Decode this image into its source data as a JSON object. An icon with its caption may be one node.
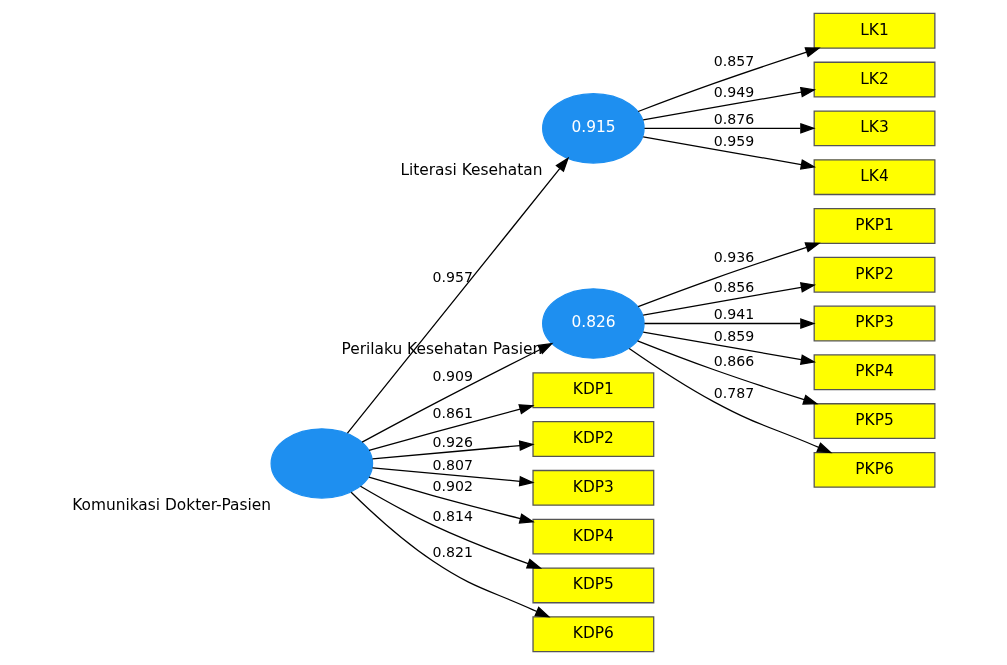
{
  "diagram": {
    "nodes": [
      {
        "text": [],
        "shape": "circle",
        "beside": [
          "Komunikasi Dokter-Pasien"
        ]
      },
      {
        "text": [
          "0.915"
        ],
        "beside": [
          "Literasi Kesehatan"
        ]
      },
      {
        "text": [
          "0.826"
        ],
        "beside": [
          "Perilaku Kesehatan Pasien"
        ]
      },
      {
        "text": [
          "KDP1"
        ]
      },
      {
        "text": [
          "KDP2"
        ]
      },
      {
        "text": [
          "KDP3"
        ]
      },
      {
        "text": [
          "KDP4"
        ]
      },
      {
        "text": [
          "KDP5"
        ]
      },
      {
        "text": [
          "KDP6"
        ]
      },
      {
        "text": [
          "LK1"
        ]
      },
      {
        "text": [
          "LK2"
        ]
      },
      {
        "text": [
          "LK3"
        ]
      },
      {
        "text": [
          "LK4"
        ]
      },
      {
        "text": [
          "PKP1"
        ]
      },
      {
        "text": [
          "PKP2"
        ]
      },
      {
        "text": [
          "PKP3"
        ]
      },
      {
        "text": [
          "PKP4"
        ]
      },
      {
        "text": [
          "PKP5"
        ]
      },
      {
        "text": [
          "PKP6"
        ]
      }
    ],
    "edges": [
      {
        "from": 0,
        "to": 1,
        "arrow": "to",
        "label": "0.957"
      },
      {
        "from": 0,
        "to": 2,
        "arrow": "to",
        "label": "0.909"
      },
      {
        "from": 0,
        "to": 3,
        "arrow": "to",
        "label": "0.861"
      },
      {
        "from": 0,
        "to": 4,
        "arrow": "to",
        "label": "0.926"
      },
      {
        "from": 0,
        "to": 5,
        "arrow": "to",
        "label": "0.807"
      },
      {
        "from": 0,
        "to": 6,
        "arrow": "to",
        "label": "0.902"
      },
      {
        "from": 0,
        "to": 7,
        "arrow": "to",
        "label": "0.814"
      },
      {
        "from": 0,
        "to": 8,
        "arrow": "to",
        "label": "0.821"
      },
      {
        "from": 1,
        "to": 9,
        "arrow": "to",
        "label": "0.857"
      },
      {
        "from": 1,
        "to": 10,
        "arrow": "to",
        "label": "0.949"
      },
      {
        "from": 1,
        "to": 11,
        "arrow": "to",
        "label": "0.876"
      },
      {
        "from": 1,
        "to": 12,
        "arrow": "to",
        "label": "0.959"
      },
      {
        "from": 2,
        "to": 13,
        "arrow": "to",
        "label": "0.936"
      },
      {
        "from": 2,
        "to": 14,
        "arrow": "to",
        "label": "0.856"
      },
      {
        "from": 2,
        "to": 15,
        "arrow": "to",
        "label": "0.941"
      },
      {
        "from": 2,
        "to": 16,
        "arrow": "to",
        "label": "0.859"
      },
      {
        "from": 2,
        "to": 17,
        "arrow": "to",
        "label": "0.866"
      },
      {
        "from": 2,
        "to": 18,
        "arrow": "to",
        "label": "0.787"
      }
    ]
  }
}
